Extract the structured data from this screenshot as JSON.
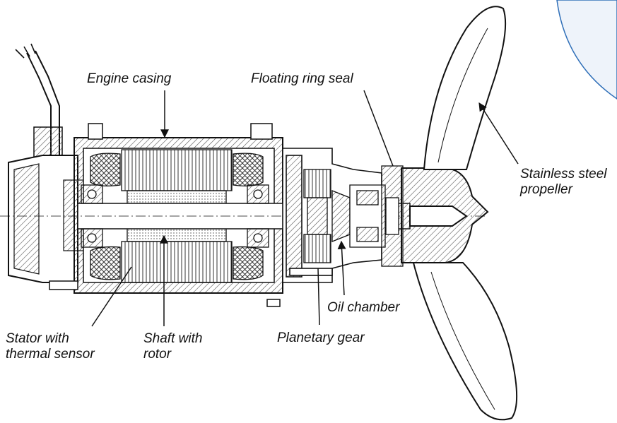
{
  "labels": {
    "engine_casing": "Engine casing",
    "floating_ring_seal": "Floating ring seal",
    "propeller_line1": "Stainless steel",
    "propeller_line2": "propeller",
    "oil_chamber": "Oil chamber",
    "planetary_gear": "Planetary gear",
    "stator_line1": "Stator with",
    "stator_line2": "thermal sensor",
    "shaft_line1": "Shaft with",
    "shaft_line2": "rotor"
  },
  "colors": {
    "outline": "#111111",
    "hatch": "#555555",
    "corner_arc": "#2f6fb8",
    "corner_fill": "#eef3fa"
  }
}
